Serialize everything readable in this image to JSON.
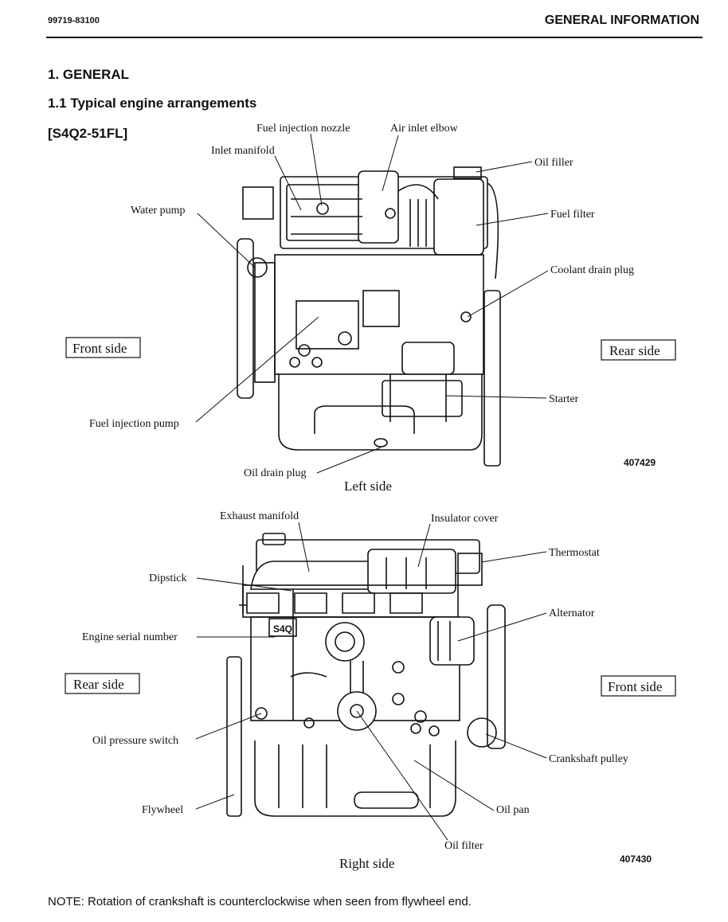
{
  "header": {
    "doc_number": "99719-83100",
    "section_title": "GENERAL INFORMATION"
  },
  "section": {
    "heading": "1.  GENERAL",
    "subheading": "1.1 Typical engine arrangements",
    "model": "[S4Q2-51FL]"
  },
  "left_view": {
    "caption": "Left side",
    "figure_number": "407429",
    "side_boxes": {
      "left": "Front side",
      "right": "Rear side"
    },
    "labels": {
      "fuel_injection_nozzle": "Fuel injection nozzle",
      "air_inlet_elbow": "Air inlet elbow",
      "inlet_manifold": "Inlet manifold",
      "oil_filler": "Oil filler",
      "water_pump": "Water pump",
      "fuel_filter": "Fuel filter",
      "coolant_drain_plug": "Coolant drain plug",
      "starter": "Starter",
      "fuel_injection_pump": "Fuel injection pump",
      "oil_drain_plug": "Oil drain plug"
    }
  },
  "right_view": {
    "caption": "Right side",
    "figure_number": "407430",
    "side_boxes": {
      "left": "Rear side",
      "right": "Front side"
    },
    "engine_badge": "S4Q",
    "labels": {
      "exhaust_manifold": "Exhaust manifold",
      "insulator_cover": "Insulator cover",
      "thermostat": "Thermostat",
      "dipstick": "Dipstick",
      "alternator": "Alternator",
      "engine_serial_number": "Engine serial number",
      "oil_pressure_switch": "Oil pressure switch",
      "crankshaft_pulley": "Crankshaft pulley",
      "flywheel": "Flywheel",
      "oil_pan": "Oil pan",
      "oil_filter": "Oil filter"
    }
  },
  "note": "NOTE:  Rotation of crankshaft is counterclockwise when seen from flywheel end."
}
